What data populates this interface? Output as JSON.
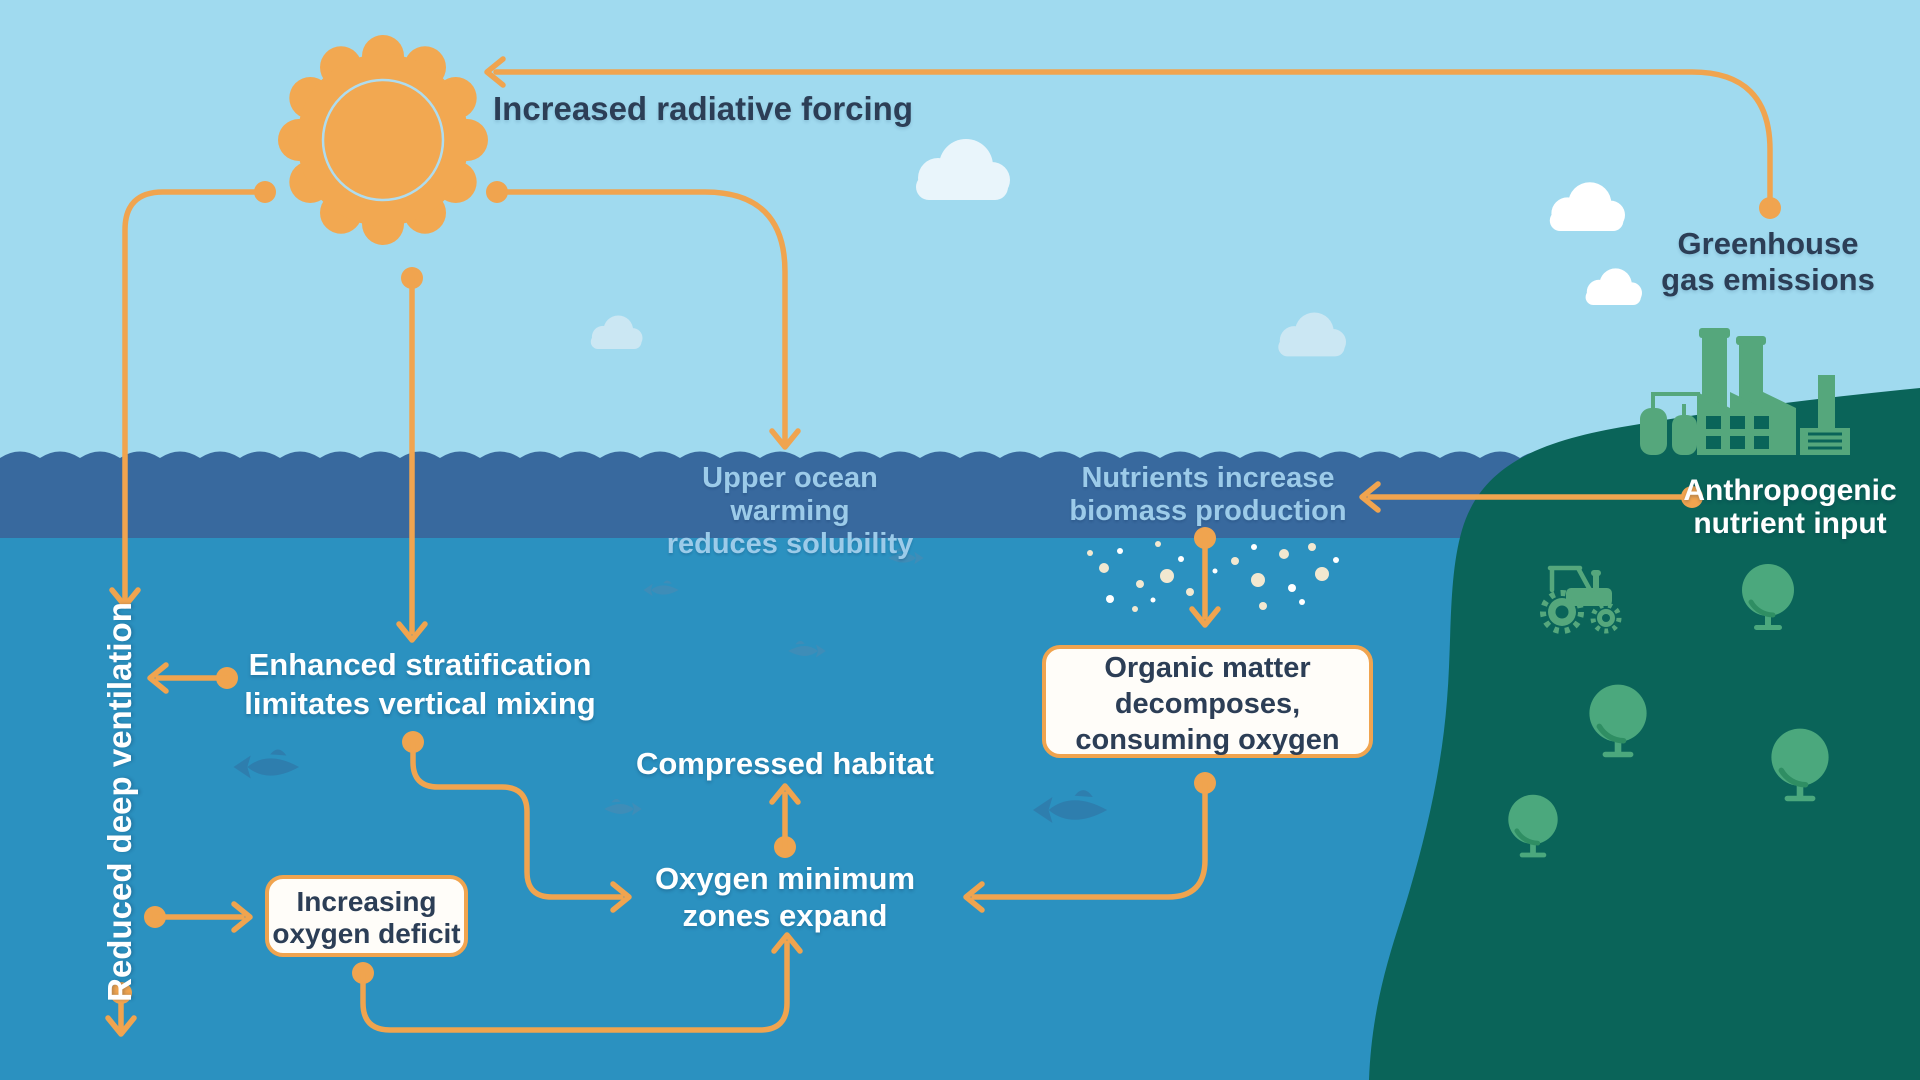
{
  "colors": {
    "sky": "#A0DAEF",
    "surface_band": "#38699E",
    "deep_ocean": "#2B91C0",
    "land": "#0A6459",
    "sun": "#F2A851",
    "sun_ring": "#AEDCEF",
    "arrow_orange": "#F0A44F",
    "industry_green": "#55A77C",
    "text_navy": "#2C3E56",
    "text_light_blue": "#9CCBE9",
    "text_white": "#FFFFFF",
    "box_background": "#FFFDF9",
    "box_border": "#F0A44F",
    "particle_cream": "#F2E8D0",
    "particle_white": "#FFFFFF",
    "fish_dark": "#2E7EAE",
    "fish_light": "#3E8DB8",
    "cloud_white": "#FFFFFF",
    "cloud_pale": "#CBE7F3"
  },
  "atmosphere": {
    "radiative_forcing_label": "Increased radiative forcing",
    "greenhouse_line1": "Greenhouse",
    "greenhouse_line2": "gas emissions"
  },
  "surface": {
    "warming_line1": "Upper ocean warming",
    "warming_line2": "reduces solubility",
    "nutrients_line1": "Nutrients increase",
    "nutrients_line2": "biomass production"
  },
  "land": {
    "anthropogenic_line1": "Anthropogenic",
    "anthropogenic_line2": "nutrient input"
  },
  "ocean": {
    "ventilation_label": "Reduced deep ventilation",
    "stratification_line1": "Enhanced stratification",
    "stratification_line2": "limitates vertical mixing",
    "compressed_habitat_label": "Compressed habitat",
    "omz_line1": "Oxygen minimum",
    "omz_line2": "zones expand",
    "deficit_box_line1": "Increasing",
    "deficit_box_line2": "oxygen deficit",
    "organic_box_line1": "Organic matter",
    "organic_box_line2": "decomposes,",
    "organic_box_line3": "consuming oxygen"
  }
}
